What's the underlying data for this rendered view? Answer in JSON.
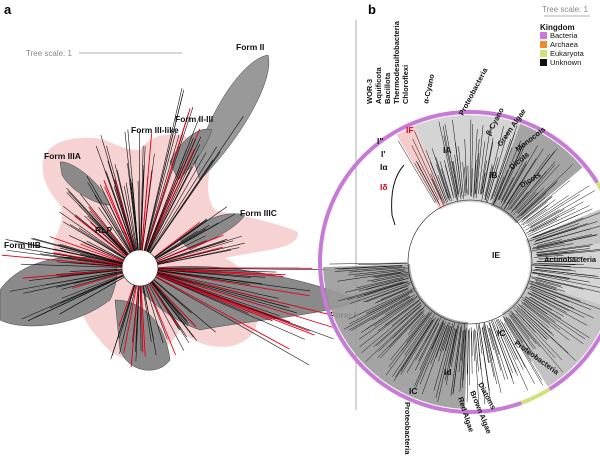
{
  "panel_a": {
    "letter": "a",
    "tree_scale": "Tree scale: 1",
    "labels": {
      "form_ii": "Form II",
      "form_ii_iii": "Form II-III",
      "form_iii_like": "Form III-like",
      "form_iiia": "Form IIIA",
      "form_iiic": "Form IIIC",
      "rlp": "RLP",
      "form_iiib": "Form IIIB",
      "form_i": "Form I"
    }
  },
  "panel_b": {
    "letter": "b",
    "tree_scale": "Tree scale: 1",
    "legend": {
      "title": "Kingdom",
      "items": [
        {
          "label": "Bacteria",
          "color": "#c77ad6"
        },
        {
          "label": "Archaea",
          "color": "#f08a2a"
        },
        {
          "label": "Eukaryota",
          "color": "#d4e07a"
        },
        {
          "label": "Unknown",
          "color": "#111111"
        }
      ]
    },
    "clade_labels": {
      "i_double_prime": "I\"",
      "i_prime": "I'",
      "i_alpha": "Iα",
      "i_delta": "Iδ",
      "if": "IF",
      "ia": "IA",
      "ib": "IB",
      "ie": "IE",
      "ic_right": "IC",
      "id": "Id",
      "ic_left": "IC"
    },
    "taxon_labels": {
      "wor3": "WOR-3",
      "aquificota": "Aquificota",
      "bacillota": "Bacillota",
      "thermodesulfobacteria": "Thermodesulfobacteria",
      "chloroflexi": "Chloroflexi",
      "alpha_cyano": "α-Cyano",
      "proteobacteria_top": "Proteobacteria",
      "beta_cyano": "β-Cyano",
      "green_algae": "Green Algae",
      "monocots": "Monocots",
      "dicots_a": "Dicots",
      "dicots_b": "Dicots",
      "actinobacteria": "Actinobacteria",
      "proteobacteria_right": "Proteobacteria",
      "diatoms": "Diatoms",
      "brown_algae": "Brown Algae",
      "red_algae": "Red Algae",
      "proteobacteria_bottom": "Proteobacteria"
    }
  }
}
